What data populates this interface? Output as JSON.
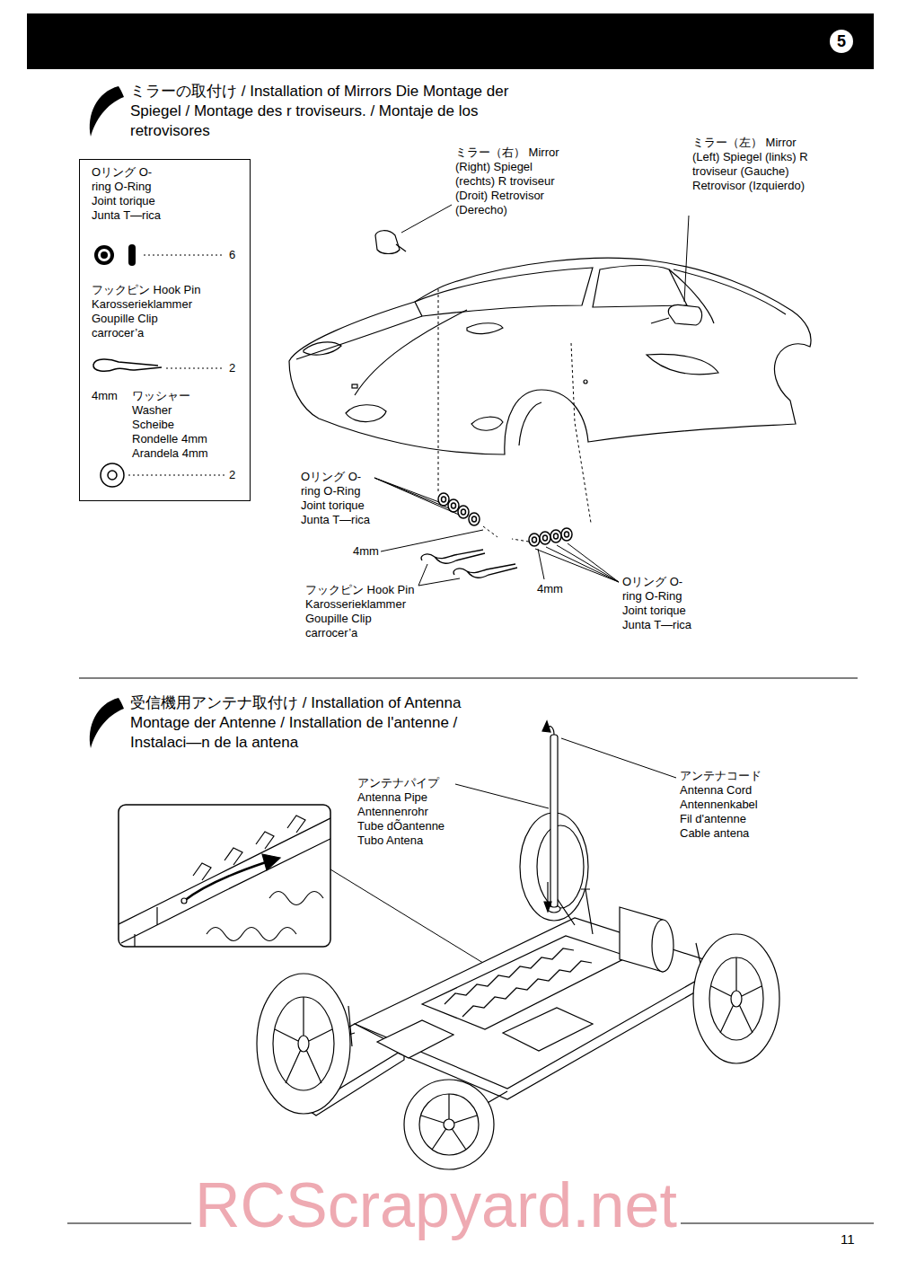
{
  "diagram": {
    "nodes": [
      {
        "text": [
          "Oリング O-ring O-Ring Joint torique Junta T—rica",
          "6",
          "フックピン Hook Pin Karosserieklammer Goupille Clip carrocer’a",
          "2",
          "4mm",
          "ワッシャー Washer Scheibe Rondelle 4mm Arandela 4mm",
          "2"
        ]
      }
    ],
    "labels": [
      "5",
      "ミラーの取付け / Installation of Mirrors Die Montage der Spiegel / Montage des r troviseurs. / Montaje de los retrovisores",
      "ミラー（右） Mirror (Right) Spiegel (rechts) R troviseur (Droit) Retrovisor (Derecho)",
      "ミラー（左） Mirror (Left) Spiegel (links) R troviseur (Gauche) Retrovisor (Izquierdo)",
      "Oリング O-ring O-Ring Joint torique Junta T—rica",
      "4mm",
      "フックピン Hook Pin Karosserieklammer Goupille Clip carrocer’a",
      "4mm",
      "Oリング O-ring O-Ring Joint torique Junta T—rica",
      "受信機用アンテナ取付け / Installation of Antenna Montage der Antenne / Installation de l'antenne / Instalaci—n de la antena",
      "アンテナパイプ Antenna Pipe Antennenrohr Tube dÕantenne Tubo Antena",
      "アンテナコード Antenna Cord Antennenkabel Fil d'antenne Cable antena",
      "RCScrapyard.net",
      "11"
    ]
  }
}
